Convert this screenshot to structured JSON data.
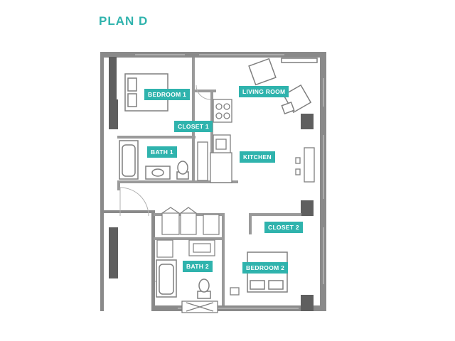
{
  "plan_title": "PLAN D",
  "rooms": {
    "bedroom1": "BEDROOM 1",
    "living_room": "LIVING ROOM",
    "closet1": "CLOSET 1",
    "bath1": "BATH 1",
    "kitchen": "KITCHEN",
    "closet2": "CLOSET 2",
    "bath2": "BATH 2",
    "bedroom2": "BEDROOM 2"
  },
  "colors": {
    "accent": "#2fb3ad",
    "wall": "#8a8a8a",
    "column": "#5f5f5f",
    "fixture": "#7f7f7f"
  }
}
